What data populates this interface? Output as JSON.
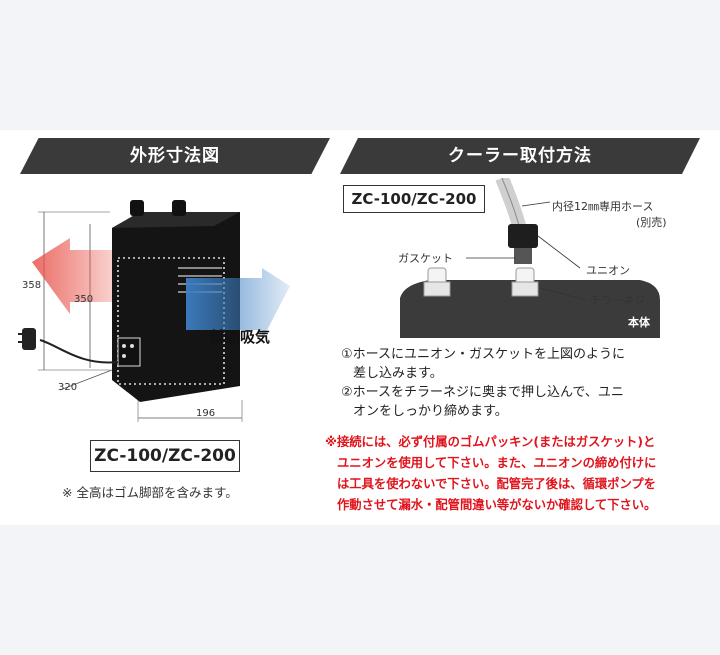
{
  "left": {
    "banner": "外形寸法図",
    "dims": {
      "h358": "358",
      "h350": "350",
      "d320": "320",
      "w196": "196"
    },
    "intake_label": "前面吸気",
    "model": "ZC-100/ZC-200",
    "note": "※ 全高はゴム脚部を含みます。"
  },
  "right": {
    "banner": "クーラー取付方法",
    "model": "ZC-100/ZC-200",
    "labels": {
      "hose_line1": "内径12㎜専用ホース",
      "hose_line2": "(別売)",
      "gasket": "ガスケット",
      "union": "ユニオン",
      "chiller_screw": "チラーネジ",
      "body": "本体"
    },
    "steps": [
      "①ホースにユニオン・ガスケットを上図のように",
      "差し込みます。",
      "②ホースをチラーネジに奥まで押し込んで、ユニ",
      "オンをしっかり締めます。"
    ],
    "warning": [
      "※接続には、必ず付属のゴムパッキン(またはガスケット)と",
      "ユニオンを使用して下さい。また、ユニオンの締め付けに",
      "は工具を使わないで下さい。配管完了後は、循環ポンプを",
      "作動させて漏水・配管間違い等がないか確認して下さい。"
    ]
  },
  "colors": {
    "banner": "#3a3a3a",
    "warning": "#e0141c",
    "arrow_red": "#e8524a",
    "arrow_blue": "#3d7fc4"
  }
}
